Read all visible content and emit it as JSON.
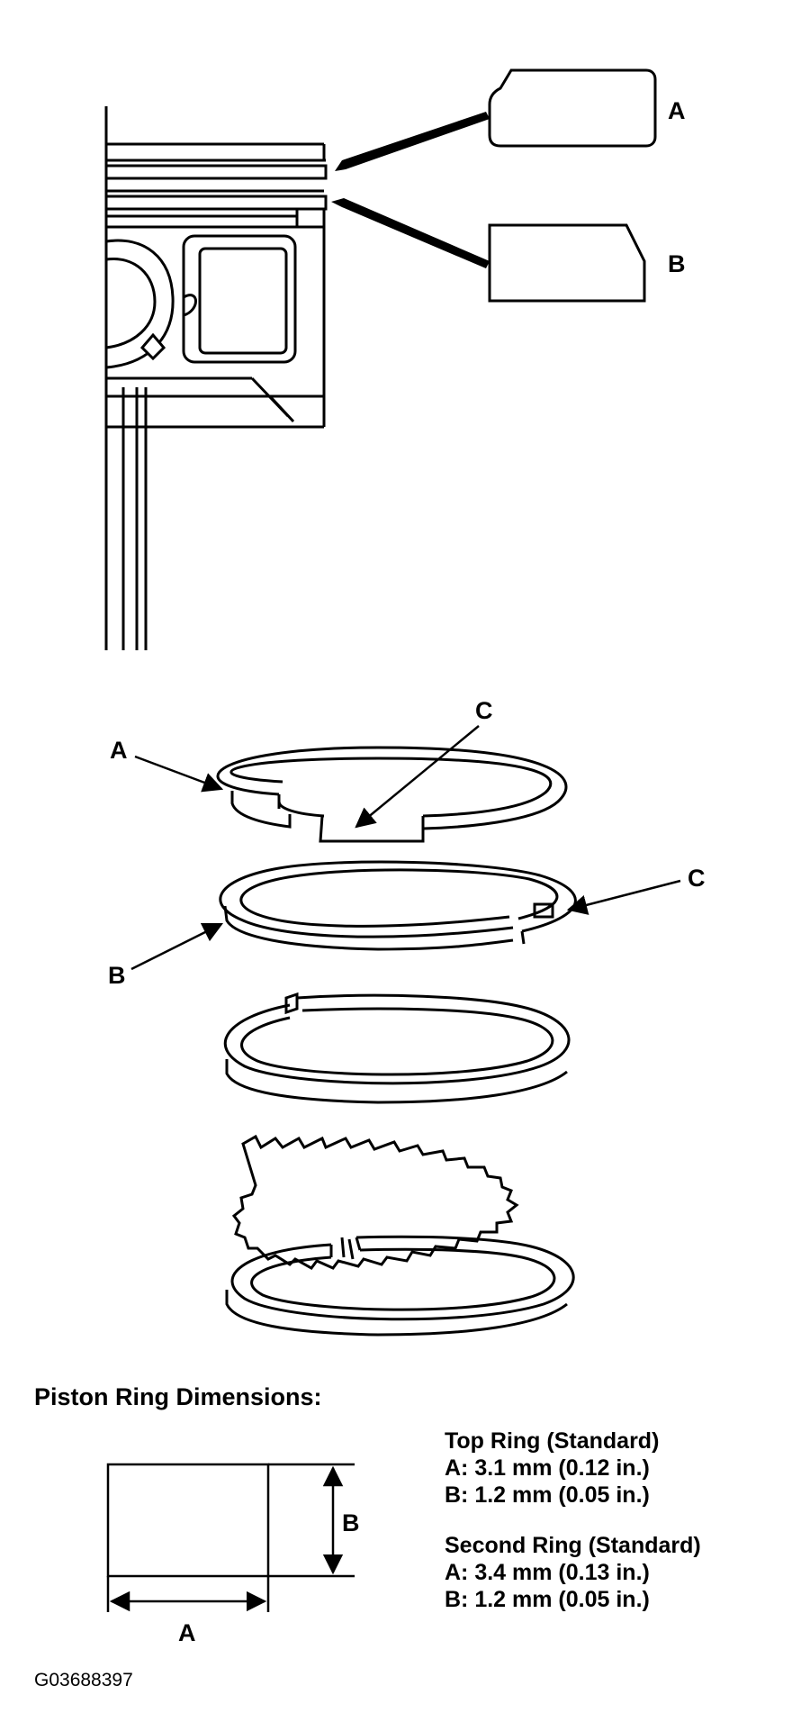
{
  "labels": {
    "piston_A": "A",
    "piston_B": "B",
    "ring_A": "A",
    "ring_C1": "C",
    "ring_B": "B",
    "ring_C2": "C",
    "dim_A": "A",
    "dim_B": "B"
  },
  "dimensions": {
    "heading": "Piston Ring Dimensions:",
    "top_ring": {
      "title": "Top Ring (Standard)",
      "a": "A: 3.1 mm (0.12 in.)",
      "b": "B: 1.2 mm (0.05 in.)"
    },
    "second_ring": {
      "title": "Second Ring (Standard)",
      "a": "A: 3.4 mm (0.13 in.)",
      "b": "B: 1.2 mm (0.05 in.)"
    }
  },
  "figure_code": "G03688397"
}
